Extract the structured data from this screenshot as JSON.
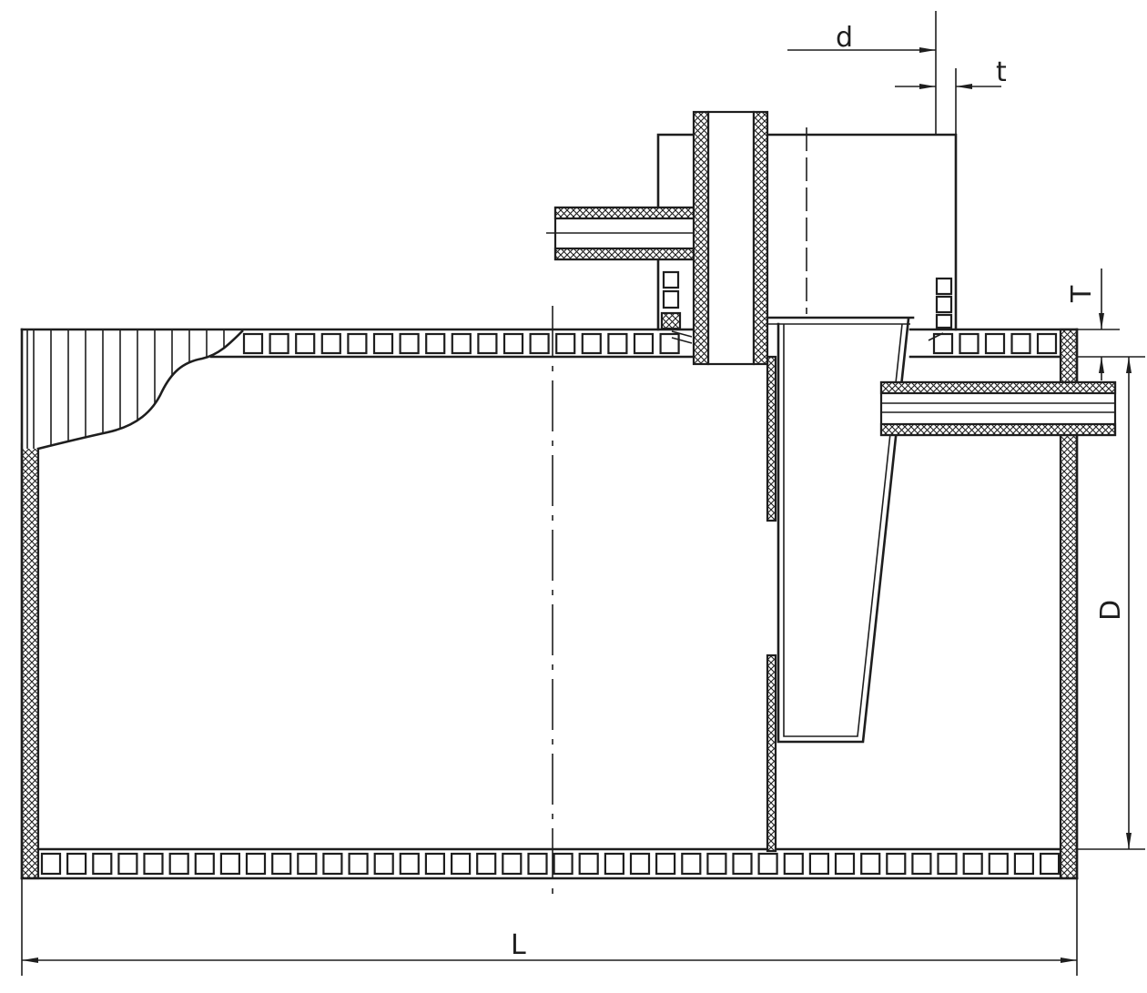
{
  "labels": {
    "d": "d",
    "t": "t",
    "T": "T",
    "D": "D",
    "L": "L"
  }
}
